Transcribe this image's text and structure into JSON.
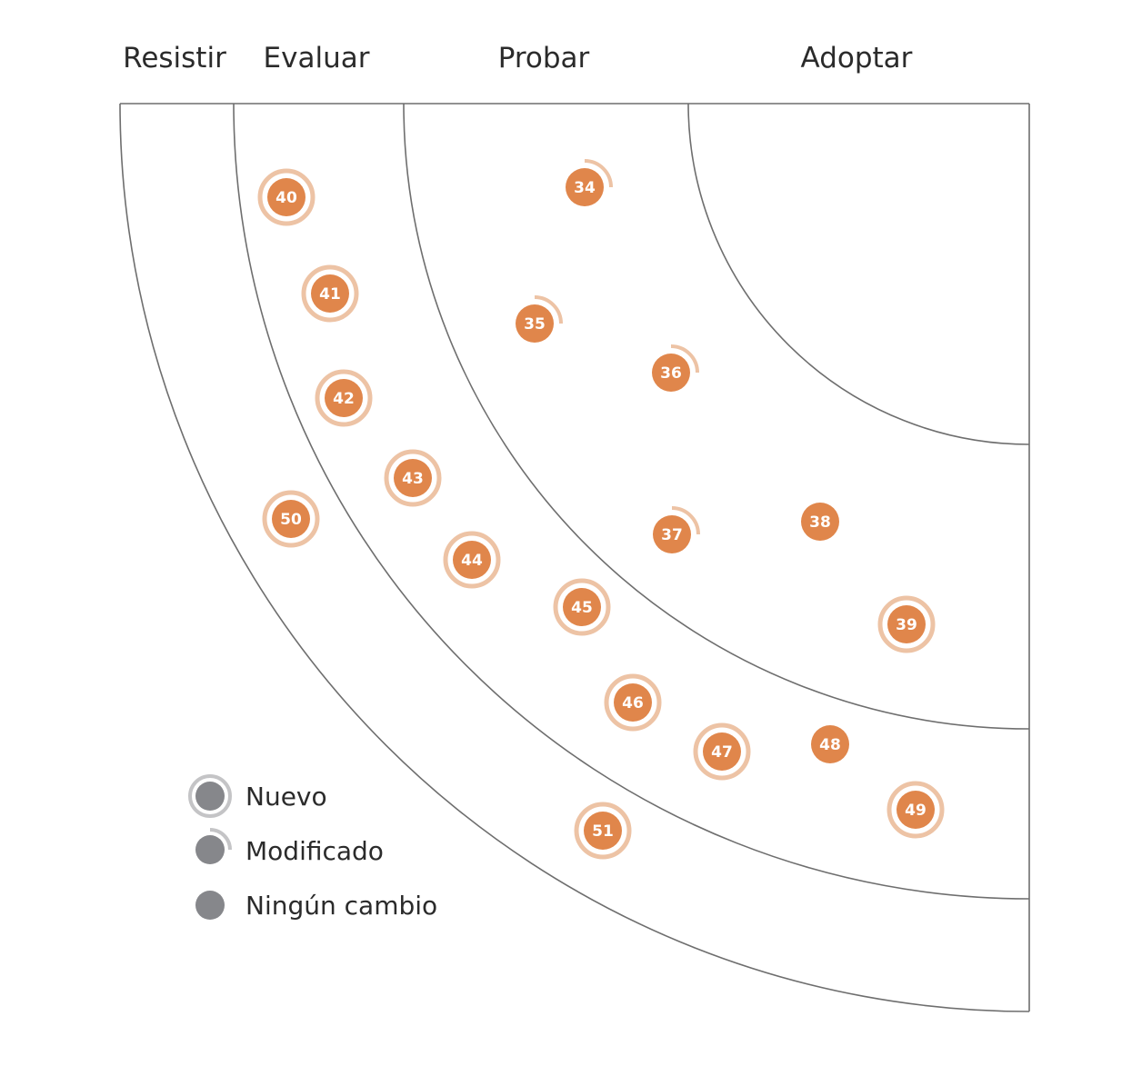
{
  "rings": [
    "Resistir",
    "Evaluar",
    "Probar",
    "Adoptar"
  ],
  "legend": {
    "new": "Nuevo",
    "moved": "Modificado",
    "none": "Ningún cambio"
  },
  "colors": {
    "blip": "#e0864b",
    "halo": "#edc3a5",
    "line": "#6e6e6e",
    "legend_blip": "#86878b",
    "legend_halo": "#c4c4c6",
    "text": "#2b2b2b"
  },
  "blips": [
    {
      "id": "34",
      "ring": "Probar",
      "status": "moved"
    },
    {
      "id": "35",
      "ring": "Probar",
      "status": "moved"
    },
    {
      "id": "36",
      "ring": "Probar",
      "status": "moved"
    },
    {
      "id": "37",
      "ring": "Probar",
      "status": "moved"
    },
    {
      "id": "38",
      "ring": "Probar",
      "status": "none"
    },
    {
      "id": "39",
      "ring": "Probar",
      "status": "new"
    },
    {
      "id": "40",
      "ring": "Evaluar",
      "status": "new"
    },
    {
      "id": "41",
      "ring": "Evaluar",
      "status": "new"
    },
    {
      "id": "42",
      "ring": "Evaluar",
      "status": "new"
    },
    {
      "id": "43",
      "ring": "Evaluar",
      "status": "new"
    },
    {
      "id": "44",
      "ring": "Evaluar",
      "status": "new"
    },
    {
      "id": "45",
      "ring": "Evaluar",
      "status": "new"
    },
    {
      "id": "46",
      "ring": "Evaluar",
      "status": "new"
    },
    {
      "id": "47",
      "ring": "Evaluar",
      "status": "new"
    },
    {
      "id": "48",
      "ring": "Evaluar",
      "status": "none"
    },
    {
      "id": "49",
      "ring": "Evaluar",
      "status": "new"
    },
    {
      "id": "50",
      "ring": "Resistir",
      "status": "new"
    },
    {
      "id": "51",
      "ring": "Resistir",
      "status": "new"
    }
  ]
}
